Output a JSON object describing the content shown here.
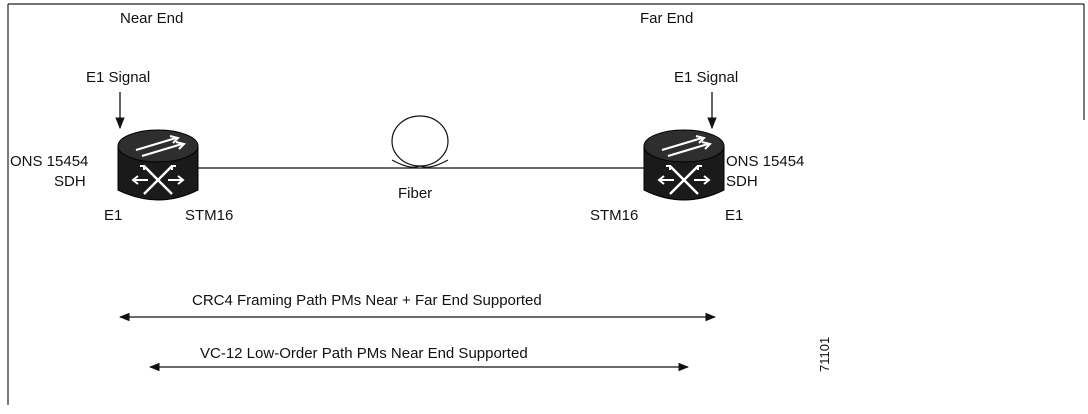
{
  "near_end": {
    "title": "Near End",
    "signal_label": "E1 Signal",
    "node_name_line1": "ONS 15454",
    "node_name_line2": "SDH",
    "port_left": "E1",
    "port_right": "STM16"
  },
  "far_end": {
    "title": "Far End",
    "signal_label": "E1 Signal",
    "node_name_line1": "ONS 15454",
    "node_name_line2": "SDH",
    "port_left": "STM16",
    "port_right": "E1"
  },
  "link": {
    "label": "Fiber"
  },
  "ranges": [
    {
      "label": "CRC4 Framing Path PMs Near + Far End Supported"
    },
    {
      "label": "VC-12 Low-Order Path PMs Near End Supported"
    }
  ],
  "figure_id": "71101",
  "icons": {
    "node": "sdh-switch-node-icon",
    "fiber_loop": "fiber-coil-icon"
  },
  "colors": {
    "stroke": "#111111",
    "node_fill": "#1a1a1a",
    "node_top": "#2b2b2b"
  }
}
